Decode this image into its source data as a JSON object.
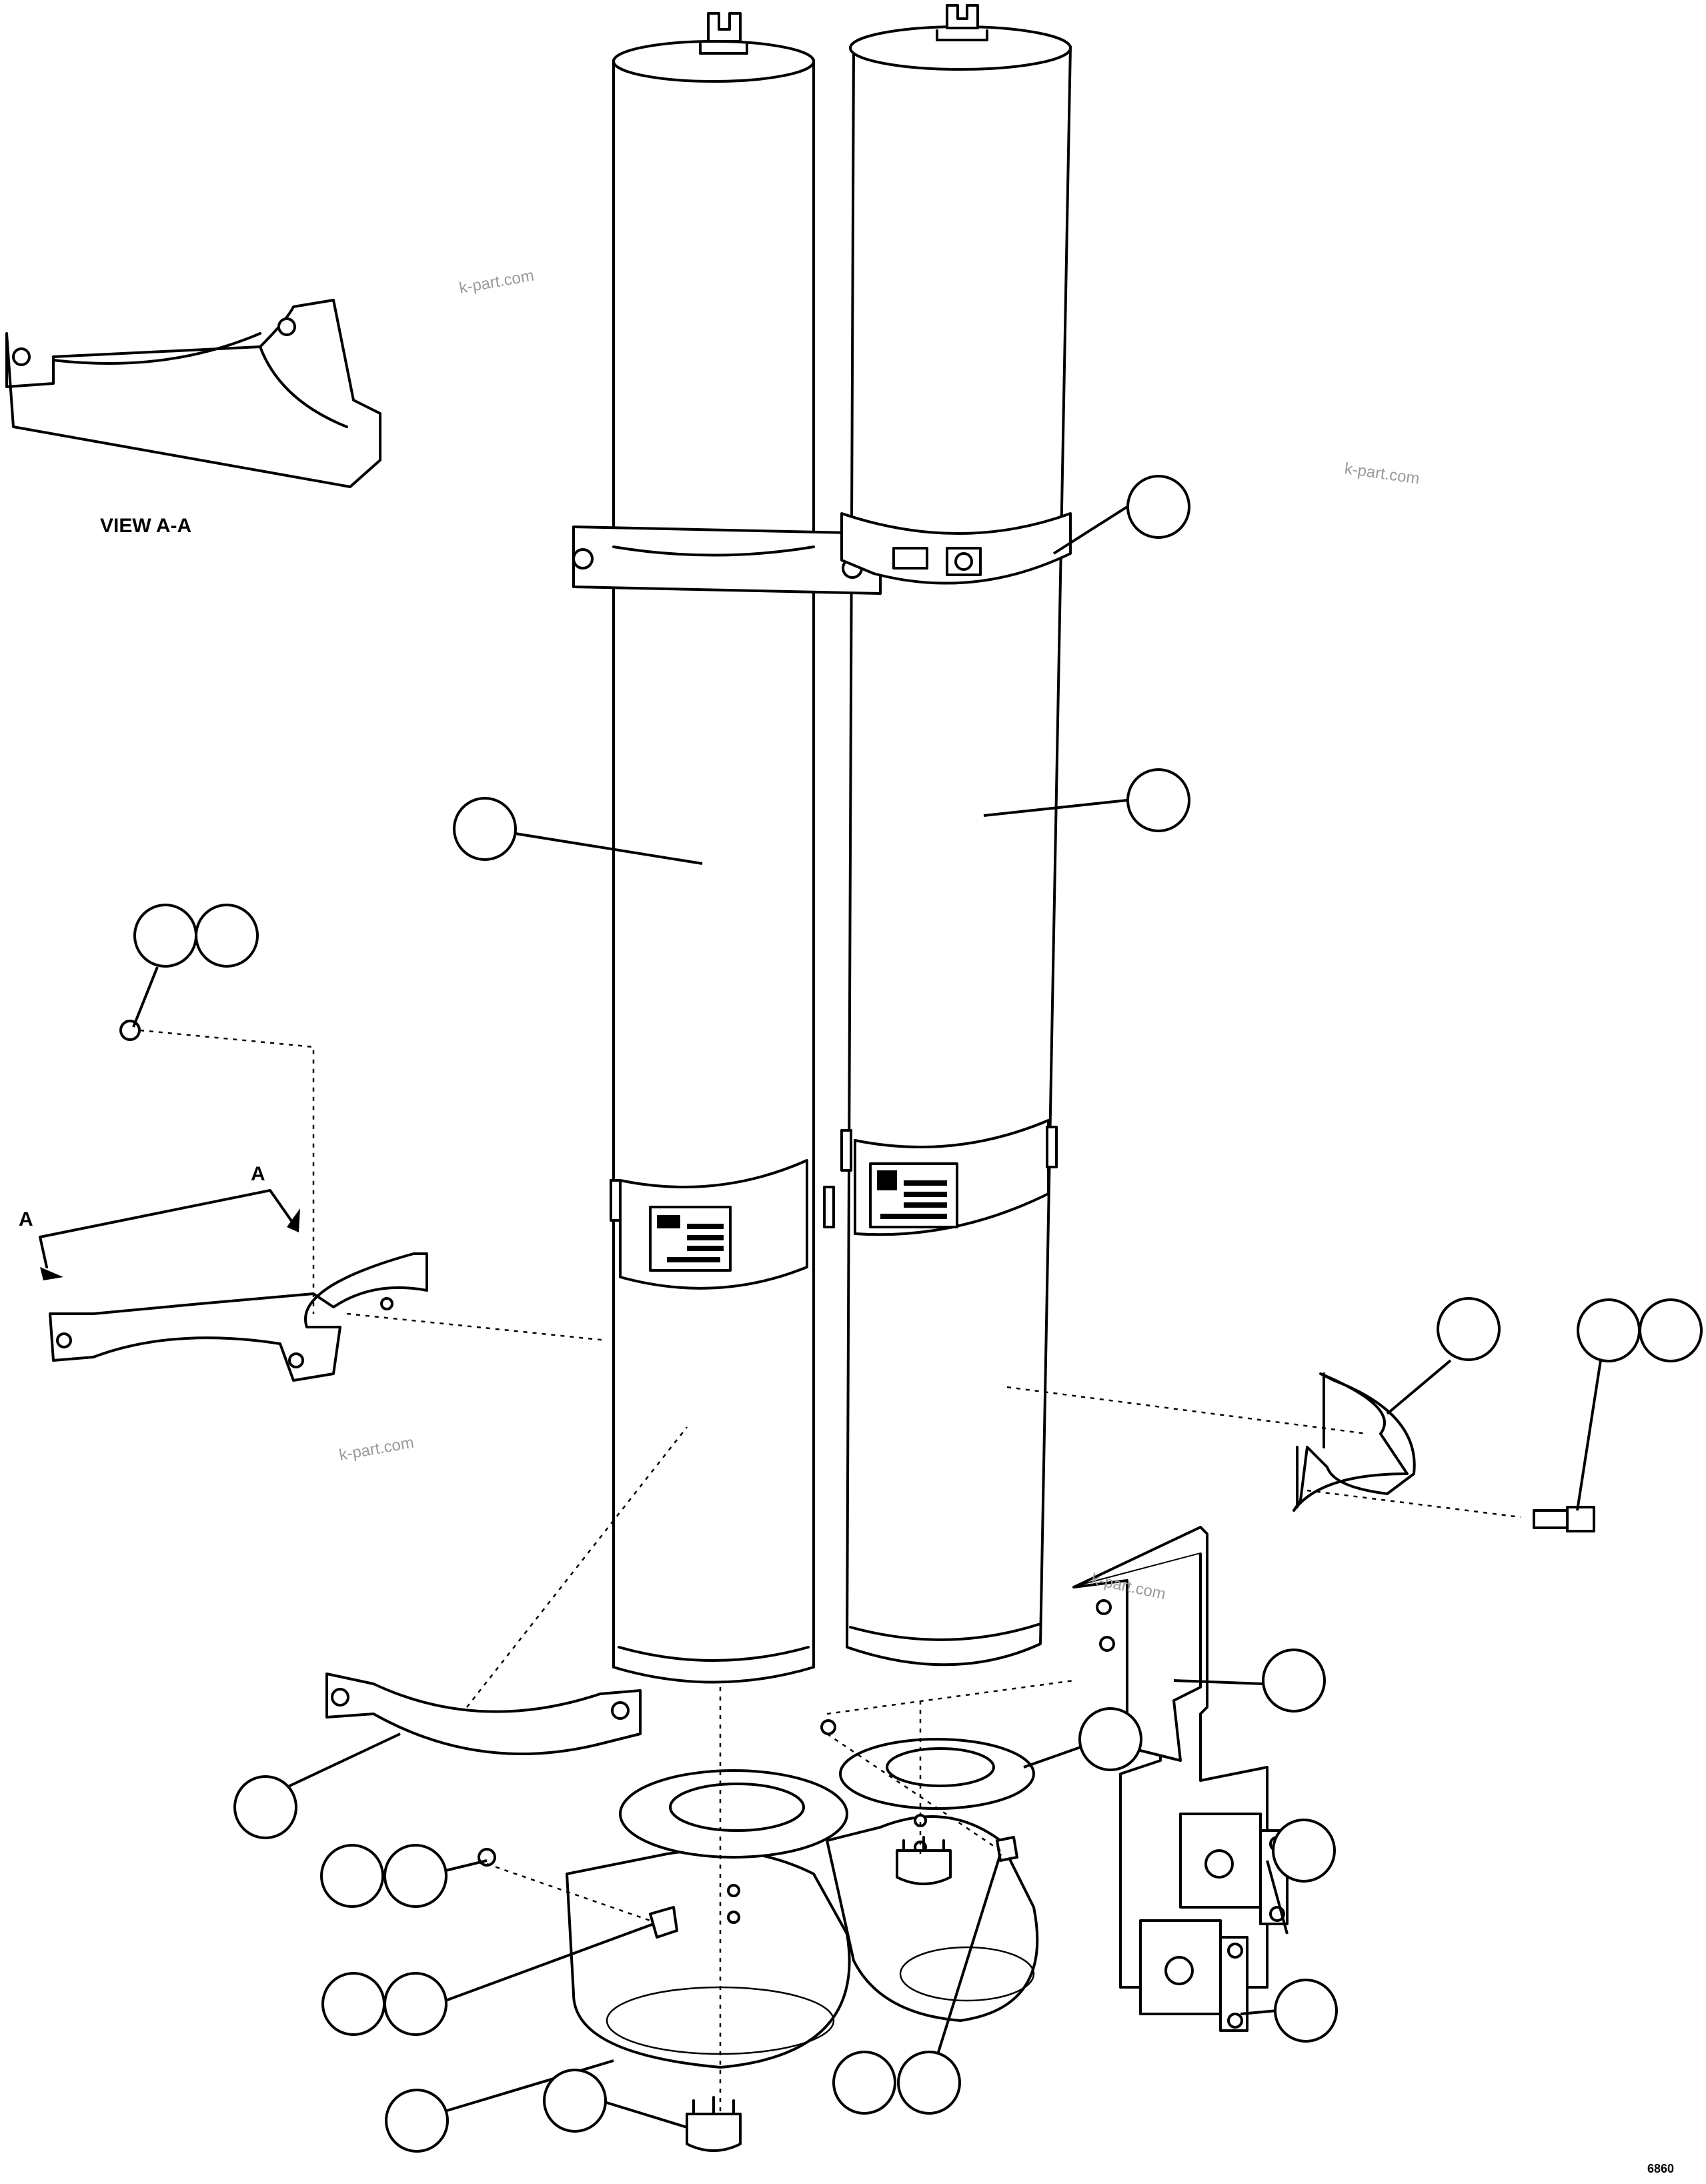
{
  "view_label": "VIEW A-A",
  "section_marks": [
    "A",
    "A"
  ],
  "watermarks": [
    "k-part.com",
    "k-part.com",
    "k-part.com",
    "k-part.com"
  ],
  "corner_code": "6860",
  "callouts": [
    {
      "id": "c1",
      "label": ""
    },
    {
      "id": "c2",
      "label": ""
    },
    {
      "id": "c3",
      "label": ""
    },
    {
      "id": "c4",
      "label": ""
    },
    {
      "id": "c5",
      "label": ""
    },
    {
      "id": "c6",
      "label": ""
    },
    {
      "id": "c7",
      "label": ""
    },
    {
      "id": "c8",
      "label": ""
    },
    {
      "id": "c9",
      "label": ""
    },
    {
      "id": "c10",
      "label": ""
    },
    {
      "id": "c11",
      "label": ""
    },
    {
      "id": "c12",
      "label": ""
    },
    {
      "id": "c13",
      "label": ""
    },
    {
      "id": "c14",
      "label": ""
    },
    {
      "id": "c15",
      "label": ""
    },
    {
      "id": "c16",
      "label": ""
    },
    {
      "id": "c17",
      "label": ""
    },
    {
      "id": "c18",
      "label": ""
    },
    {
      "id": "c19",
      "label": ""
    },
    {
      "id": "c20",
      "label": ""
    },
    {
      "id": "c21",
      "label": ""
    },
    {
      "id": "c22",
      "label": ""
    }
  ]
}
